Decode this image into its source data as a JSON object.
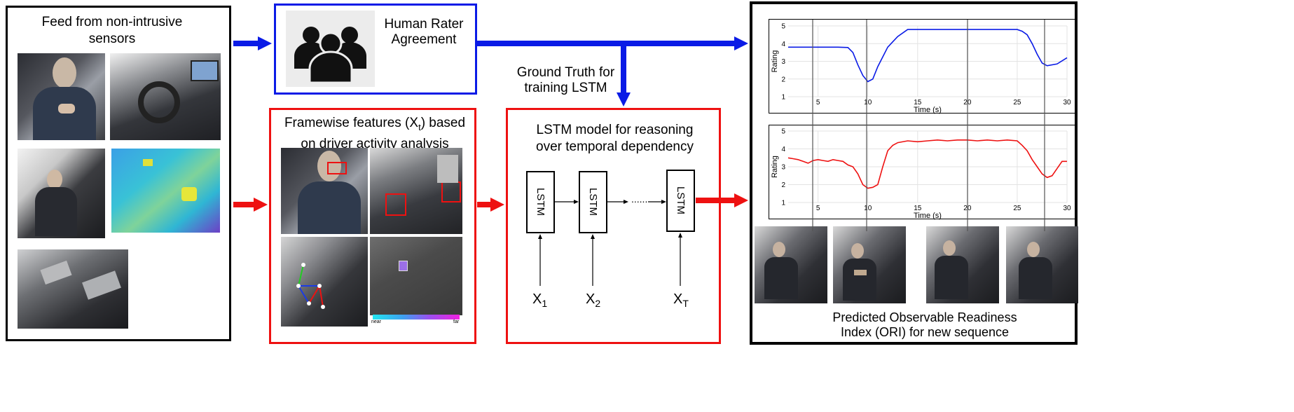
{
  "panels": {
    "sensors_title": "Feed from non-intrusive sensors",
    "rater_title": "Human Rater Agreement",
    "ground_truth": "Ground Truth for training LSTM",
    "features_title_pre": "Framewise features (X",
    "features_title_sub": "t",
    "features_title_post": ") based on driver activity analysis",
    "lstm_title": "LSTM model for reasoning over temporal dependency",
    "ori_title": "Predicted Observable Readiness Index (ORI) for new sequence",
    "depth_near": "near",
    "depth_far": "far"
  },
  "lstm": {
    "cell_label": "LSTM",
    "dots": "......",
    "inputs": [
      {
        "base": "X",
        "sub": "1"
      },
      {
        "base": "X",
        "sub": "2"
      },
      {
        "base": "X",
        "sub": "T"
      }
    ]
  },
  "colors": {
    "blue": "#0a1be6",
    "red": "#ee1111",
    "black": "#000000"
  },
  "chart_data": [
    {
      "type": "line",
      "xlabel": "Time (s)",
      "ylabel": "Rating",
      "xlim": [
        2,
        30
      ],
      "ylim": [
        1,
        5
      ],
      "xticks": [
        5,
        10,
        15,
        20,
        25,
        30
      ],
      "yticks": [
        1,
        2,
        3,
        4,
        5
      ],
      "grid": true,
      "series": [
        {
          "color": "#0a1be6",
          "x": [
            2,
            7,
            8,
            8.5,
            9,
            9.5,
            10,
            10.5,
            11,
            12,
            13,
            14,
            15,
            18,
            20,
            24,
            25,
            25.5,
            26,
            26.5,
            27,
            27.5,
            28,
            29,
            30
          ],
          "y": [
            3.8,
            3.8,
            3.78,
            3.5,
            2.8,
            2.2,
            1.85,
            2.0,
            2.7,
            3.8,
            4.4,
            4.8,
            4.8,
            4.8,
            4.8,
            4.8,
            4.8,
            4.7,
            4.5,
            4.0,
            3.4,
            2.9,
            2.75,
            2.85,
            3.2
          ]
        }
      ]
    },
    {
      "type": "line",
      "xlabel": "Time (s)",
      "ylabel": "Rating",
      "xlim": [
        2,
        30
      ],
      "ylim": [
        1,
        5
      ],
      "xticks": [
        5,
        10,
        15,
        20,
        25,
        30
      ],
      "yticks": [
        1,
        2,
        3,
        4,
        5
      ],
      "grid": true,
      "series": [
        {
          "color": "#ee1111",
          "x": [
            2,
            2.5,
            3,
            3.5,
            4,
            4.5,
            5,
            5.5,
            6,
            6.5,
            7,
            7.5,
            8,
            8.5,
            9,
            9.5,
            10,
            10.5,
            11,
            11.5,
            12,
            12.5,
            13,
            14,
            15,
            16,
            17,
            18,
            19,
            20,
            21,
            22,
            23,
            24,
            25,
            25.5,
            26,
            26.5,
            27,
            27.5,
            28,
            28.5,
            29,
            29.5,
            30
          ],
          "y": [
            3.5,
            3.45,
            3.4,
            3.3,
            3.2,
            3.35,
            3.4,
            3.35,
            3.3,
            3.4,
            3.35,
            3.3,
            3.1,
            3.0,
            2.6,
            2.0,
            1.8,
            1.85,
            2.0,
            3.0,
            3.9,
            4.2,
            4.35,
            4.45,
            4.4,
            4.45,
            4.5,
            4.45,
            4.5,
            4.5,
            4.45,
            4.5,
            4.45,
            4.5,
            4.45,
            4.2,
            3.9,
            3.4,
            3.0,
            2.6,
            2.4,
            2.5,
            2.9,
            3.3,
            3.3
          ]
        }
      ]
    }
  ]
}
